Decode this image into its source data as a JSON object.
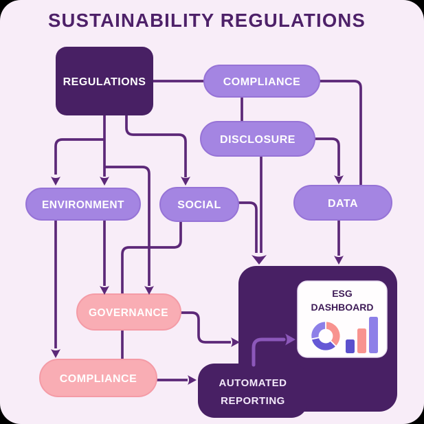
{
  "title": "SUSTAINABILITY REGULATIONS",
  "nodes": {
    "regulations": {
      "label": "REGULATIONS"
    },
    "compliance": {
      "label": "COMPLIANCE"
    },
    "disclosure": {
      "label": "DISCLOSURE"
    },
    "environment": {
      "label": "ENVIRONMENT"
    },
    "social": {
      "label": "SOCIAL"
    },
    "data": {
      "label": "DATA"
    },
    "governance": {
      "label": "GOVERNANCE"
    },
    "compliance2": {
      "label": "COMPLIANCE"
    },
    "automated_reporting": {
      "label_line1": "AUTOMATED",
      "label_line2": "REPORTING"
    },
    "esg_dashboard": {
      "label_line1": "ESG",
      "label_line2": "DASHBOARD"
    }
  },
  "edges": [
    {
      "from": "regulations",
      "to": "compliance",
      "arrow": false
    },
    {
      "from": "compliance",
      "to": "disclosure",
      "arrow": false
    },
    {
      "from": "compliance",
      "to": "data",
      "arrow": false
    },
    {
      "from": "disclosure",
      "to": "data",
      "arrow": true
    },
    {
      "from": "disclosure",
      "to": "esg_dashboard",
      "arrow": true
    },
    {
      "from": "regulations",
      "to": "environment",
      "arrow": true,
      "count": 2
    },
    {
      "from": "regulations",
      "to": "social",
      "arrow": true
    },
    {
      "from": "regulations",
      "to": "governance",
      "arrow": true
    },
    {
      "from": "environment",
      "to": "governance",
      "arrow": true
    },
    {
      "from": "environment",
      "to": "compliance2",
      "arrow": true
    },
    {
      "from": "social",
      "to": "governance",
      "arrow": false
    },
    {
      "from": "social",
      "to": "esg_dashboard",
      "arrow": true
    },
    {
      "from": "governance",
      "to": "compliance2",
      "arrow": false
    },
    {
      "from": "governance",
      "to": "esg_dashboard",
      "arrow": true
    },
    {
      "from": "compliance2",
      "to": "automated_reporting",
      "arrow": true
    },
    {
      "from": "data",
      "to": "esg_dashboard",
      "arrow": true
    },
    {
      "from": "automated_reporting",
      "to": "esg_dashboard_card",
      "arrow": true
    }
  ],
  "colors": {
    "background": "#f8edf8",
    "title": "#4e2169",
    "node_dark": "#482064",
    "node_purple": "#a485e2",
    "node_purple_border": "#9673d6",
    "node_pink": "#f9adb4",
    "node_pink_border": "#f49ba6",
    "line": "#5c2878",
    "light_arrow": "#8c58ba",
    "card_bg": "#fffdfe",
    "card_text": "#3d1a56",
    "donut_pink": "#f8938f",
    "donut_violet": "#6558d6",
    "donut_periwinkle": "#8d80e8",
    "bar_indigo": "#5b50cd"
  },
  "dashboard_icon": {
    "donut_segments": [
      {
        "name": "pink",
        "percent": 37
      },
      {
        "name": "violet",
        "percent": 34
      },
      {
        "name": "periwinkle",
        "percent": 29
      }
    ],
    "bar_heights": [
      20,
      36,
      53
    ]
  }
}
